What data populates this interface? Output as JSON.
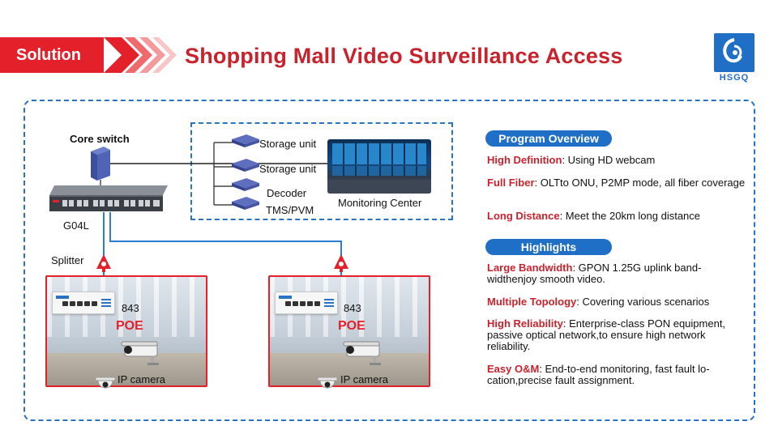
{
  "header": {
    "tab_label": "Solution",
    "title": "Shopping Mall Video Surveillance Access",
    "logo_text": "HSGQ",
    "accent_color": "#e4202a",
    "title_color": "#c8232d",
    "brand_color": "#1f6fc6"
  },
  "diagram": {
    "core_switch_label": "Core switch",
    "olt_model": "G04L",
    "splitter_label": "Splitter",
    "storage_unit_1": "Storage unit",
    "storage_unit_2": "Storage unit",
    "decoder": "Decoder",
    "tms_pvm": "TMS/PVM",
    "monitoring_center": "Monitoring Center",
    "onu_model_left": "843",
    "onu_model_right": "843",
    "poe_left": "POE",
    "poe_right": "POE",
    "camera_left": "IP camera",
    "camera_right": "IP camera",
    "icons": [
      "server-tower-icon",
      "olt-switch-icon",
      "storage-unit-icon",
      "splitter-icon",
      "onu-device-icon",
      "ip-camera-icon",
      "dome-camera-icon"
    ]
  },
  "overview": {
    "heading": "Program Overview",
    "items": [
      {
        "title": "High Definition",
        "text": ": Using HD webcam"
      },
      {
        "title": "Full Fiber",
        "text": ": OLTto ONU, P2MP mode, all fiber coverage"
      },
      {
        "title": "Long Distance",
        "text": ": Meet the 20km long distance"
      }
    ]
  },
  "highlights": {
    "heading": "Highlights",
    "items": [
      {
        "title": "Large Bandwidth",
        "text": ": GPON 1.25G uplink band-widthenjoy smooth video."
      },
      {
        "title": "Multiple Topology",
        "text": ": Covering various scenarios"
      },
      {
        "title": "High Reliability",
        "text": ": Enterprise-class PON equipment, passive optical network,to ensure high network reliability."
      },
      {
        "title": "Easy O&M",
        "text": ": End-to-end monitoring, fast fault lo-cation,precise fault assignment."
      }
    ]
  }
}
